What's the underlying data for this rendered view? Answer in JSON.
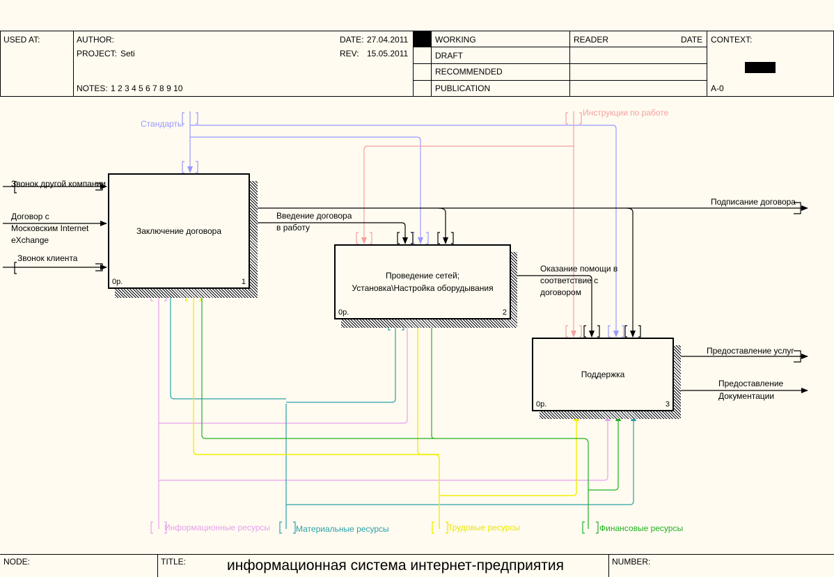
{
  "header": {
    "used_at_label": "USED AT:",
    "author_label": "AUTHOR:",
    "project_label": "PROJECT:",
    "project_value": "Seti",
    "notes_label": "NOTES:",
    "notes_values": "1  2  3  4  5  6  7  8  9  10",
    "date_label": "DATE:",
    "date_value": "27.04.2011",
    "rev_label": "REV:",
    "rev_value": "15.05.2011",
    "status": [
      "WORKING",
      "DRAFT",
      "RECOMMENDED",
      "PUBLICATION"
    ],
    "reader_label": "READER",
    "reader_date_label": "DATE",
    "context_label": "CONTEXT:",
    "context_node": "A-0"
  },
  "footer": {
    "node_label": "NODE:",
    "title_label": "TITLE:",
    "title_value": "информационная система  интернет-предприятия",
    "number_label": "NUMBER:"
  },
  "boxes": [
    {
      "title": "Заключение договора",
      "cost": "0р.",
      "num": "1"
    },
    {
      "title": "Проведение сетей;\nУстановка\\Настройка оборудывания",
      "cost": "0р.",
      "num": "2"
    },
    {
      "title": "Поддержка",
      "cost": "0р.",
      "num": "3"
    }
  ],
  "arrows": {
    "standards": "Стандарты",
    "instructions": "Инструкции по работе",
    "call_other": "Звонок другой компании",
    "contract_mix_1": "Договор с",
    "contract_mix_2": "Московским Internet",
    "contract_mix_3": "eXchange",
    "call_client": "Звонок клиента",
    "signing": "Подписание договора",
    "intro_1": "Введение договора",
    "intro_2": "в работу",
    "help_1": "Оказание помощи в",
    "help_2": "соответствие с",
    "help_3": "договором",
    "services": "Предоставление услуг",
    "docs_1": "Предоставление",
    "docs_2": "Документации",
    "info_res": "Информационные ресурсы",
    "mat_res": "Материальные ресурсы",
    "labor_res": "Трудовые ресурсы",
    "fin_res": "Финансовые ресурсы"
  },
  "colors": {
    "standards": "#9999ff",
    "instructions": "#f4a0a0",
    "info": "#e6a0f0",
    "material": "#2aa0a8",
    "labor": "#f0f000",
    "finance": "#20b020",
    "black": "#000000"
  }
}
